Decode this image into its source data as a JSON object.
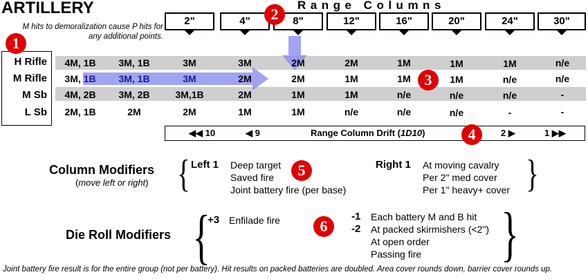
{
  "title": "ARTILLERY",
  "subtitle": "M hits to demoralization cause P hits for any additional points.",
  "range_header": "Range Columns",
  "columns": [
    "2\"",
    "4\"",
    "8\"",
    "12\"",
    "16\"",
    "20\"",
    "24\"",
    "30\""
  ],
  "rows": [
    {
      "label": "H Rifle",
      "cells": [
        "4M, 1B",
        "3M, 1B",
        "3M",
        "3M",
        "2M",
        "2M",
        "1M",
        "1M",
        "1M",
        "n/e"
      ]
    },
    {
      "label": "M Rifle",
      "cells": [
        "3M, 1B",
        "3M, 1B",
        "3M",
        "2M",
        "2M",
        "1M",
        "1M",
        "1M",
        "n/e",
        "n/e"
      ]
    },
    {
      "label": "M Sb",
      "cells": [
        "4M, 2B",
        "3M, 2B",
        "3M,1B",
        "2M",
        "1M",
        "1M",
        "n/e",
        "n/e",
        "n/e",
        "-"
      ]
    },
    {
      "label": "L Sb",
      "cells": [
        "2M, 1B",
        "2M",
        "2M",
        "1M",
        "1M",
        "n/e",
        "n/e",
        "n/e",
        "-",
        "-"
      ]
    }
  ],
  "drift": {
    "left10": "◀◀ 10",
    "left9": "◀ 9",
    "label_prefix": "Range Column Drift (",
    "label_die": "1D10",
    "label_suffix": ")",
    "right2": "2 ▶",
    "right1": "1 ▶▶"
  },
  "badges": [
    "1",
    "2",
    "3",
    "4",
    "5",
    "6"
  ],
  "column_modifiers": {
    "title": "Column Modifiers",
    "subtitle_prefix": "(",
    "subtitle_italic": "move left or right",
    "subtitle_suffix": ")",
    "left_head": "Left 1",
    "left_items": [
      "Deep target",
      "Saved fire",
      "Joint battery fire (per base)"
    ],
    "right_head": "Right 1",
    "right_items": [
      "At moving cavalry",
      "Per 2\" med cover",
      "Per 1\" heavy+ cover"
    ]
  },
  "die_roll_modifiers": {
    "title": "Die Roll Modifiers",
    "plus_head": "+3",
    "plus_item": "Enfilade fire",
    "minus1_head": "-1",
    "minus1_item": "Each battery M and B hit",
    "minus2_head": "-2",
    "minus2_items": [
      "At packed skirmishers (<2\")",
      "At open order",
      "Passing fire"
    ]
  },
  "footer": "Joint battery fire result is for the entire group (not per battery). Hit results on packed batteries are doubled. Area cover rounds down, barrier cover rounds up.",
  "colors": {
    "badge": "#e00000",
    "highlight_arrow": "#8c8cf0",
    "band": "#cfcfcf"
  }
}
